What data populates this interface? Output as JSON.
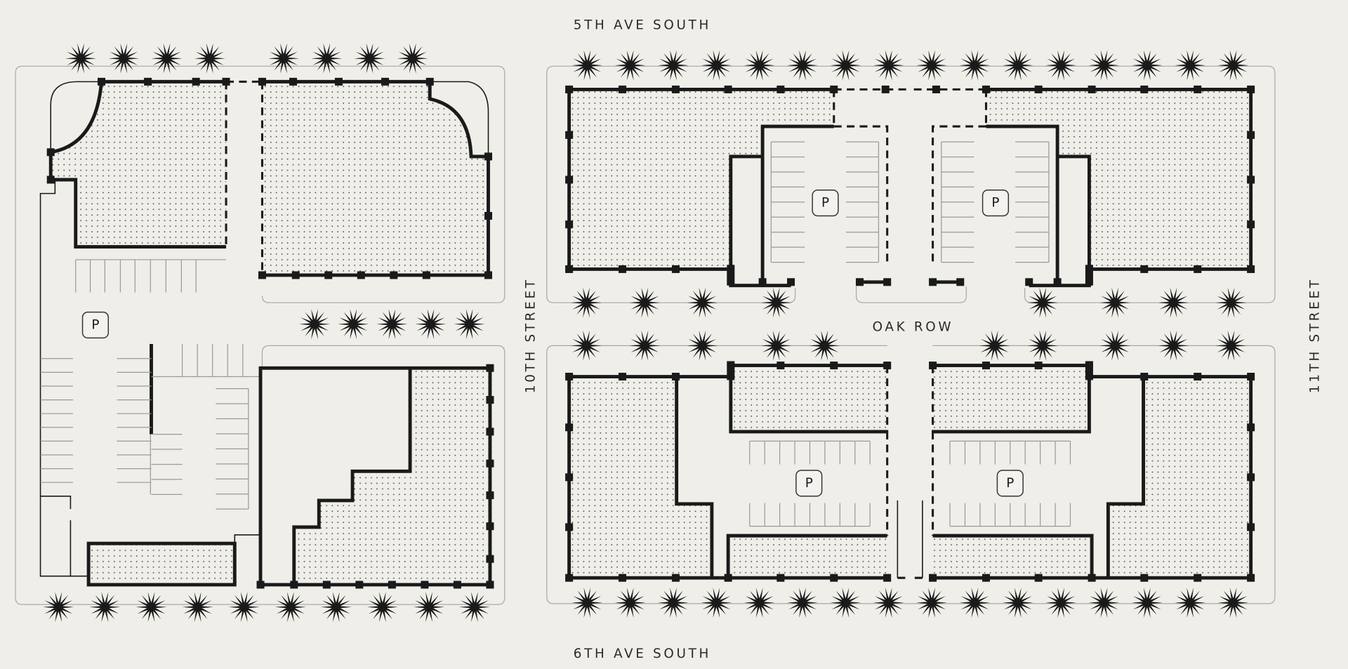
{
  "streets": {
    "north": "5TH AVE SOUTH",
    "south": "6TH AVE SOUTH",
    "west": "10TH STREET",
    "east": "11TH STREET",
    "center": "OAK ROW"
  },
  "parking_sign": {
    "label": "P"
  },
  "colors": {
    "background": "#efeee9",
    "ink": "#1a1a1a",
    "lot_line": "#a9a9a5"
  }
}
